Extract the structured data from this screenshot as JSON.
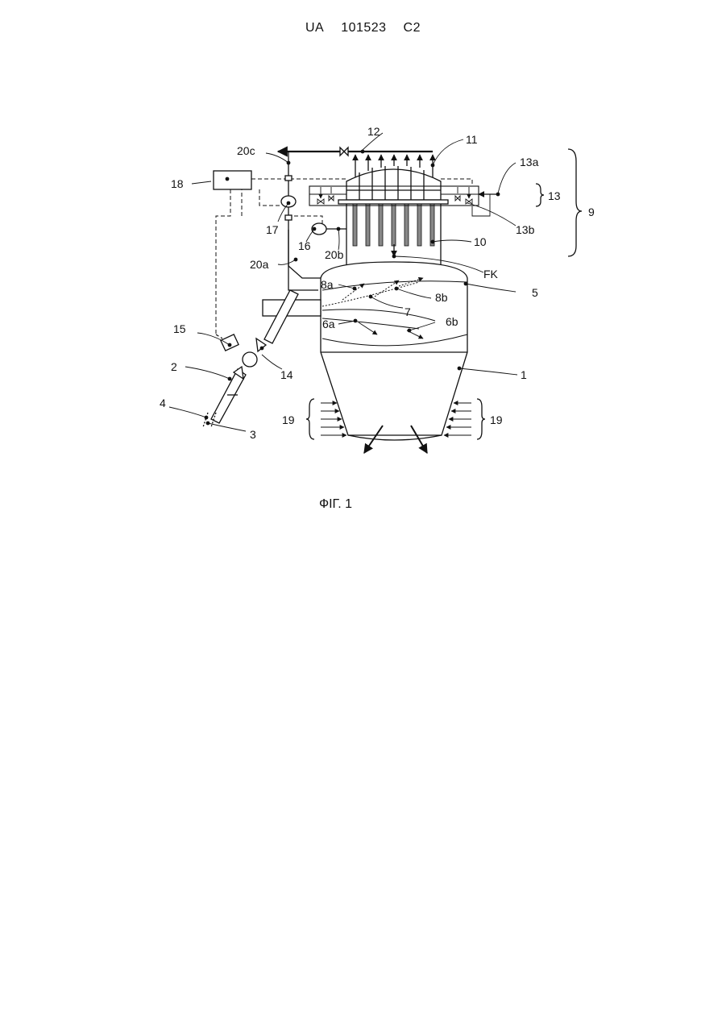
{
  "header": {
    "country": "UA",
    "number": "101523",
    "kind": "C2"
  },
  "figure": {
    "caption": "ФІГ. 1",
    "labels": {
      "l1": "1",
      "l2": "2",
      "l3": "3",
      "l4": "4",
      "l5": "5",
      "l6a": "6a",
      "l6b": "6b",
      "l7": "7",
      "l8a": "8a",
      "l8b": "8b",
      "l9": "9",
      "l10": "10",
      "l11": "11",
      "l12": "12",
      "l13": "13",
      "l13a": "13a",
      "l13b": "13b",
      "l14": "14",
      "l15": "15",
      "l16": "16",
      "l17": "17",
      "l18": "18",
      "l19a": "19",
      "l19b": "19",
      "l20a": "20a",
      "l20b": "20b",
      "l20c": "20c",
      "lFK": "FK"
    }
  }
}
